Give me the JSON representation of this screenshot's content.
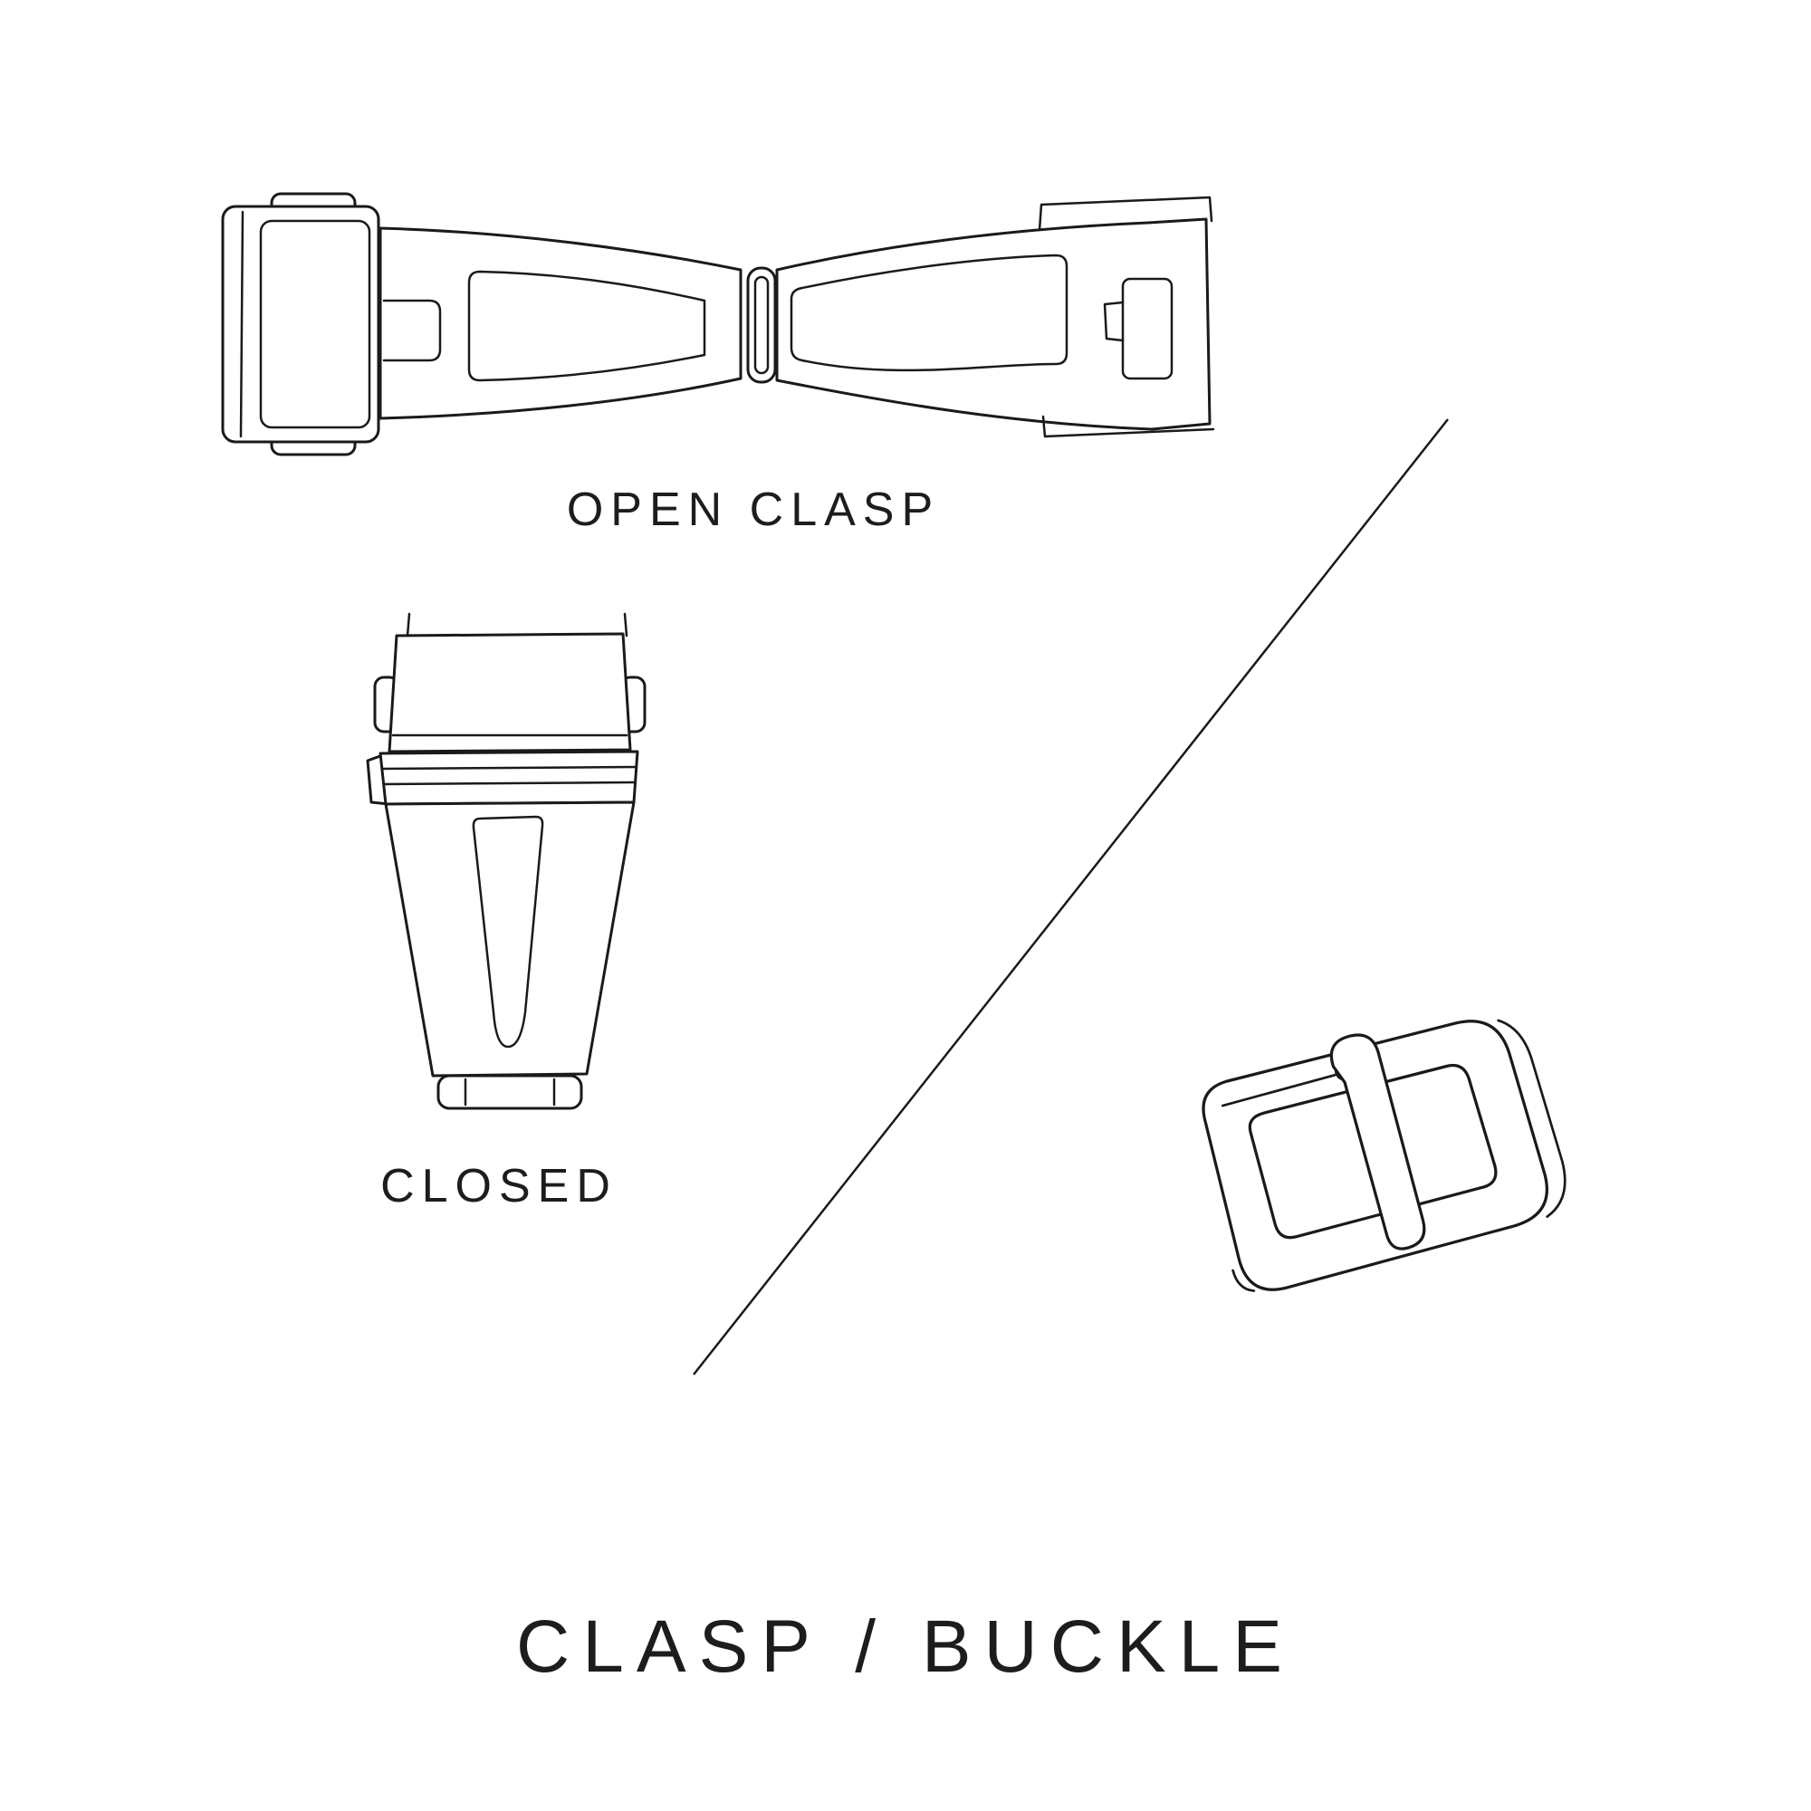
{
  "page": {
    "background_color": "#ffffff",
    "artwork_line_color": "#1a1a1a",
    "text_color": "#1d1d1d"
  },
  "labels": {
    "open_clasp": "OPEN CLASP",
    "closed": "CLOSED",
    "title": "CLASP / BUCKLE"
  },
  "illustrations": [
    {
      "name": "open-clasp-illustration",
      "caption": "OPEN CLASP"
    },
    {
      "name": "closed-clasp-illustration",
      "caption": "CLOSED"
    },
    {
      "name": "buckle-illustration",
      "caption": ""
    }
  ]
}
